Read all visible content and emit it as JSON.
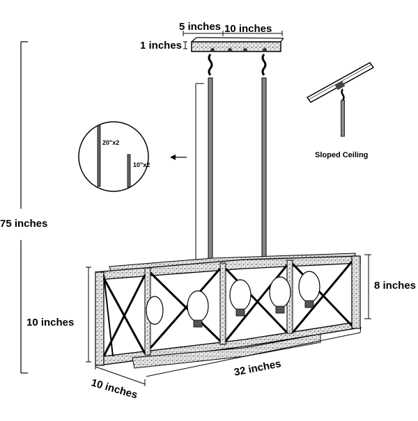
{
  "dimensions": {
    "canopy_width": "5 inches",
    "canopy_length": "10 inches",
    "canopy_height": "1 inches",
    "overall_height": "75 inches",
    "fixture_height_left": "10 inches",
    "fixture_height_right": "8 inches",
    "fixture_length": "32 inches",
    "fixture_width": "10 inches"
  },
  "rods": {
    "long_rod": "20\"x2",
    "short_rod": "10\"x2"
  },
  "sloped_ceiling_label": "Sloped Ceiling"
}
